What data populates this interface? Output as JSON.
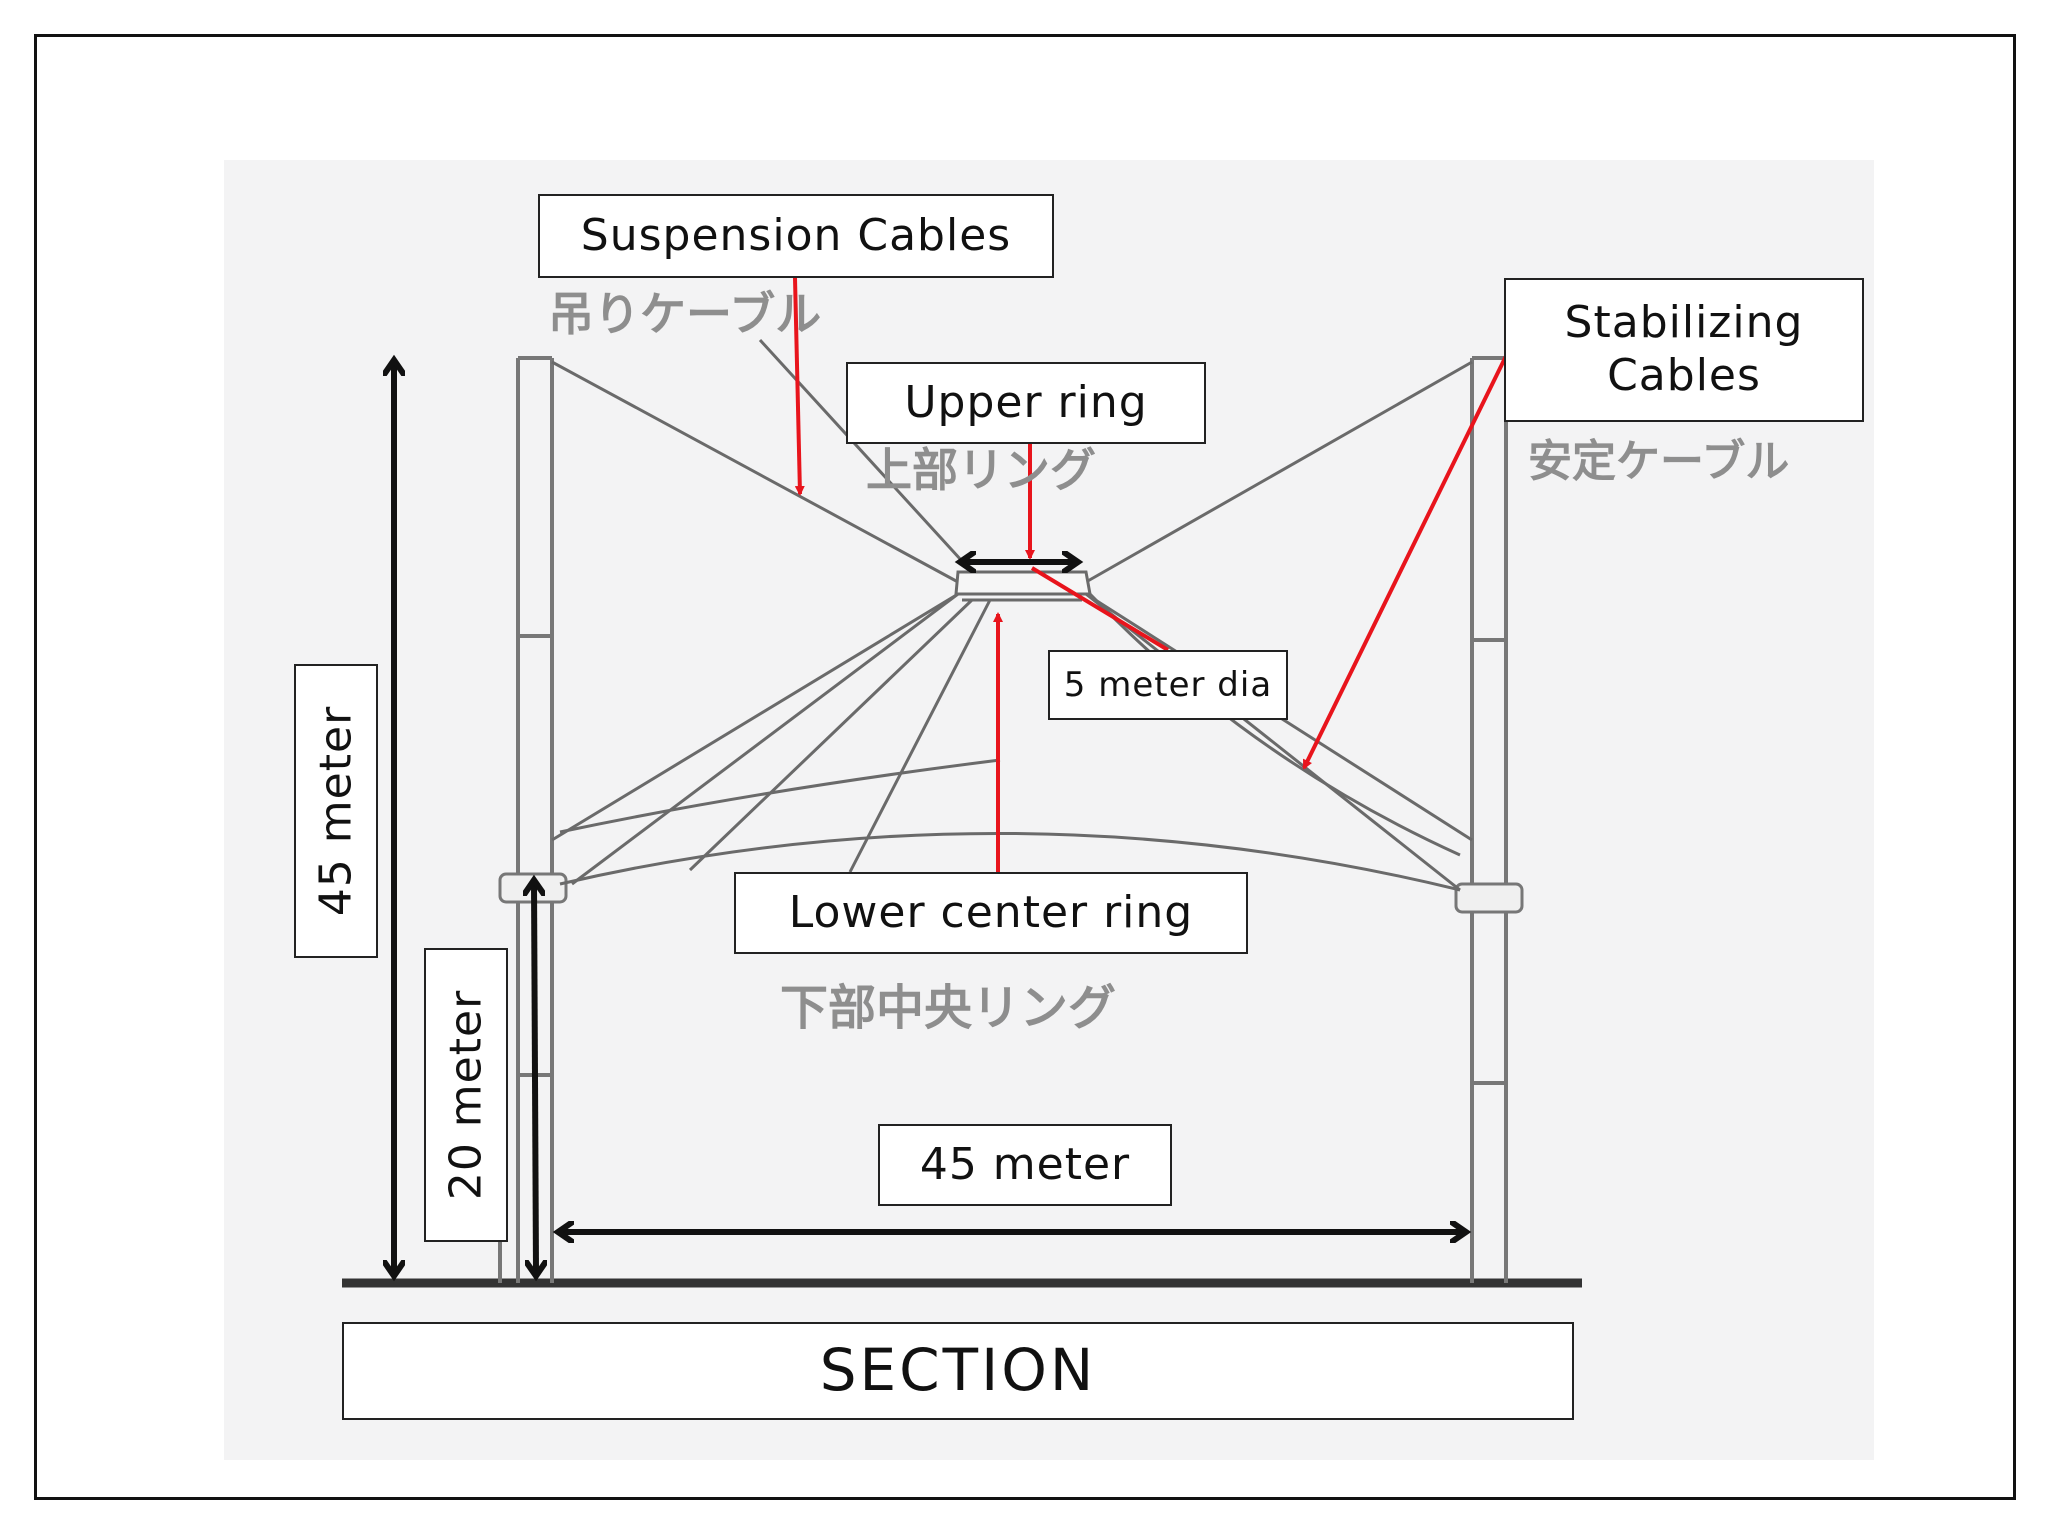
{
  "labels": {
    "suspension_cables": "Suspension Cables",
    "upper_ring": "Upper ring",
    "stabilizing_cables": "Stabilizing Cables",
    "five_meter_dia": "5 meter dia",
    "lower_center_ring": "Lower center ring",
    "height_45": "45 meter",
    "height_20": "20 meter",
    "span_45": "45 meter",
    "section": "SECTION"
  },
  "japanese_labels": {
    "suspension_cables": "吊りケーブル",
    "upper_ring": "上部リング",
    "stabilizing_cables": "安定ケーブル",
    "lower_center_ring": "下部中央リング"
  },
  "colors": {
    "pointer_arrow": "#e8141c",
    "dimension_arrow": "#111111",
    "drawing_lines": "#6a6a6a",
    "background_scan": "#f3f3f4"
  }
}
